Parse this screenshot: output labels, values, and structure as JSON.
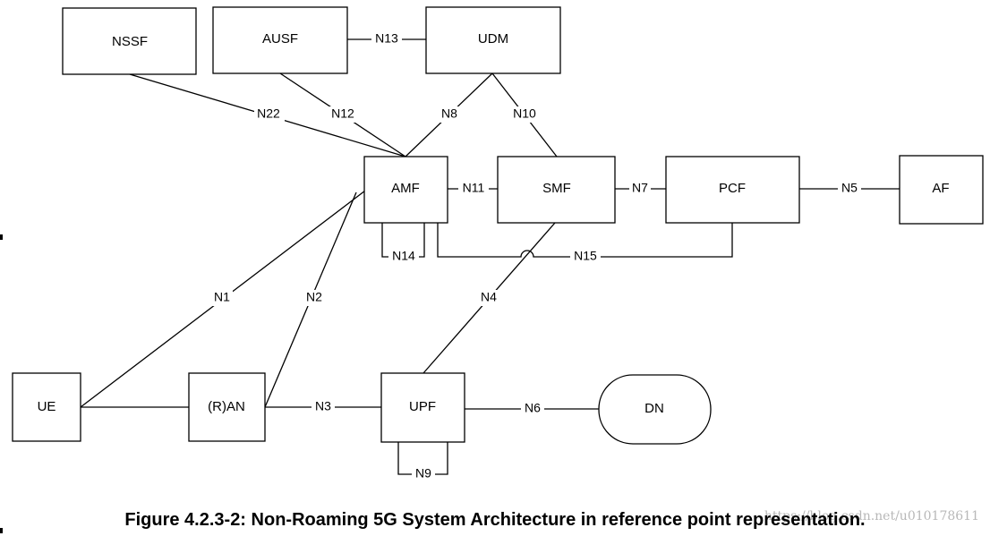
{
  "nodes": {
    "nssf": "NSSF",
    "ausf": "AUSF",
    "udm": "UDM",
    "amf": "AMF",
    "smf": "SMF",
    "pcf": "PCF",
    "af": "AF",
    "ue": "UE",
    "ran": "(R)AN",
    "upf": "UPF",
    "dn": "DN"
  },
  "refs": {
    "n1": "N1",
    "n2": "N2",
    "n3": "N3",
    "n4": "N4",
    "n5": "N5",
    "n6": "N6",
    "n7": "N7",
    "n8": "N8",
    "n9": "N9",
    "n10": "N10",
    "n11": "N11",
    "n12": "N12",
    "n13": "N13",
    "n14": "N14",
    "n15": "N15",
    "n22": "N22"
  },
  "caption": "Figure 4.2.3-2: Non-Roaming 5G System Architecture in reference point representation.",
  "watermark": "https://blog.csdn.net/u010178611"
}
